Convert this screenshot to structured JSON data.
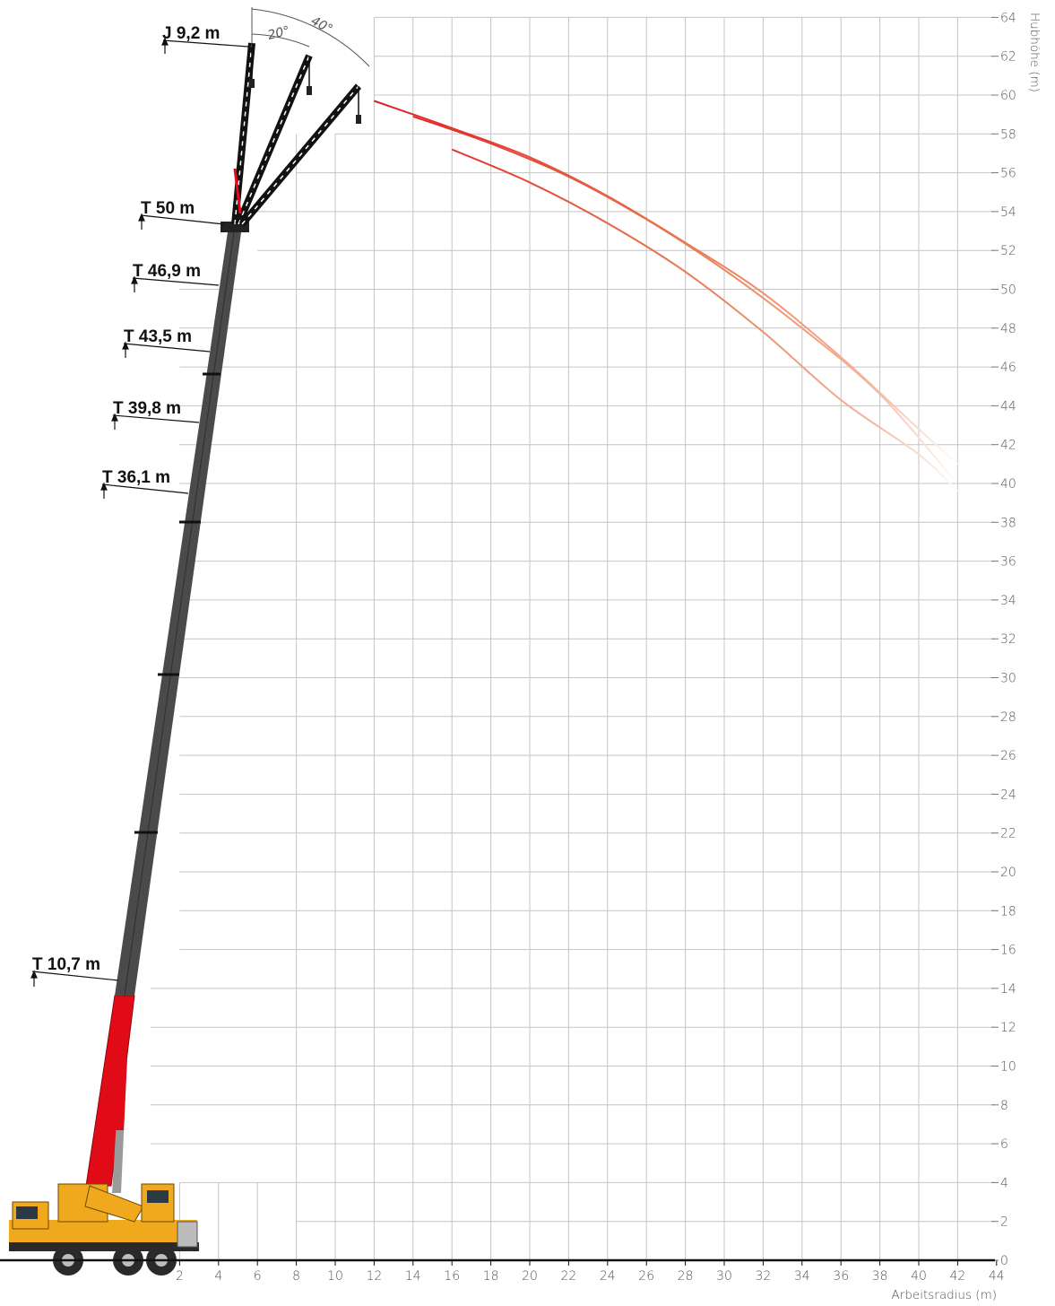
{
  "chart_data": {
    "type": "line",
    "title": "",
    "xlabel": "Arbeitsradius (m)",
    "ylabel": "Hubhöhe (m)",
    "xlim": [
      0,
      44
    ],
    "ylim": [
      0,
      64
    ],
    "x_ticks": [
      "2",
      "4",
      "6",
      "8",
      "10",
      "12",
      "14",
      "16",
      "18",
      "20",
      "22",
      "24",
      "26",
      "28",
      "30",
      "32",
      "34",
      "36",
      "38",
      "40",
      "42",
      "44"
    ],
    "y_ticks": [
      "0",
      "2",
      "4",
      "6",
      "8",
      "10",
      "12",
      "14",
      "16",
      "18",
      "20",
      "22",
      "24",
      "26",
      "28",
      "30",
      "32",
      "34",
      "36",
      "38",
      "40",
      "42",
      "44",
      "46",
      "48",
      "50",
      "52",
      "54",
      "56",
      "58",
      "60",
      "62",
      "64"
    ],
    "grid": true,
    "series": [
      {
        "values": [
          [
            12,
            59.7
          ],
          [
            16,
            58.3
          ],
          [
            20,
            56.8
          ],
          [
            24,
            54.8
          ],
          [
            28,
            52.4
          ],
          [
            32,
            49.8
          ],
          [
            36,
            46.5
          ],
          [
            40,
            42.8
          ],
          [
            42,
            41.0
          ]
        ]
      },
      {
        "values": [
          [
            14,
            58.9
          ],
          [
            18,
            57.5
          ],
          [
            22,
            55.8
          ],
          [
            26,
            53.6
          ],
          [
            30,
            51.0
          ],
          [
            34,
            48.0
          ],
          [
            38,
            44.6
          ],
          [
            41.8,
            40.2
          ]
        ]
      },
      {
        "values": [
          [
            16,
            57.2
          ],
          [
            20,
            55.5
          ],
          [
            24,
            53.4
          ],
          [
            28,
            50.9
          ],
          [
            32,
            47.8
          ],
          [
            36,
            44.3
          ],
          [
            40,
            41.5
          ],
          [
            42,
            39.6
          ]
        ]
      }
    ],
    "boom_labels": [
      "J 9,2 m",
      "T 50 m",
      "T 46,9 m",
      "T 43,5 m",
      "T 39,8 m",
      "T 36,1 m",
      "T 10,7 m"
    ],
    "jib_angles": [
      "20°",
      "40°"
    ],
    "colors": {
      "curve_start": "#dd1f26",
      "curve_mid": "#e9724a",
      "grid": "#c4c4c4",
      "boom": "#4a4a4a",
      "boom_base": "#e10a17",
      "crane_body": "#f0a81c"
    }
  }
}
